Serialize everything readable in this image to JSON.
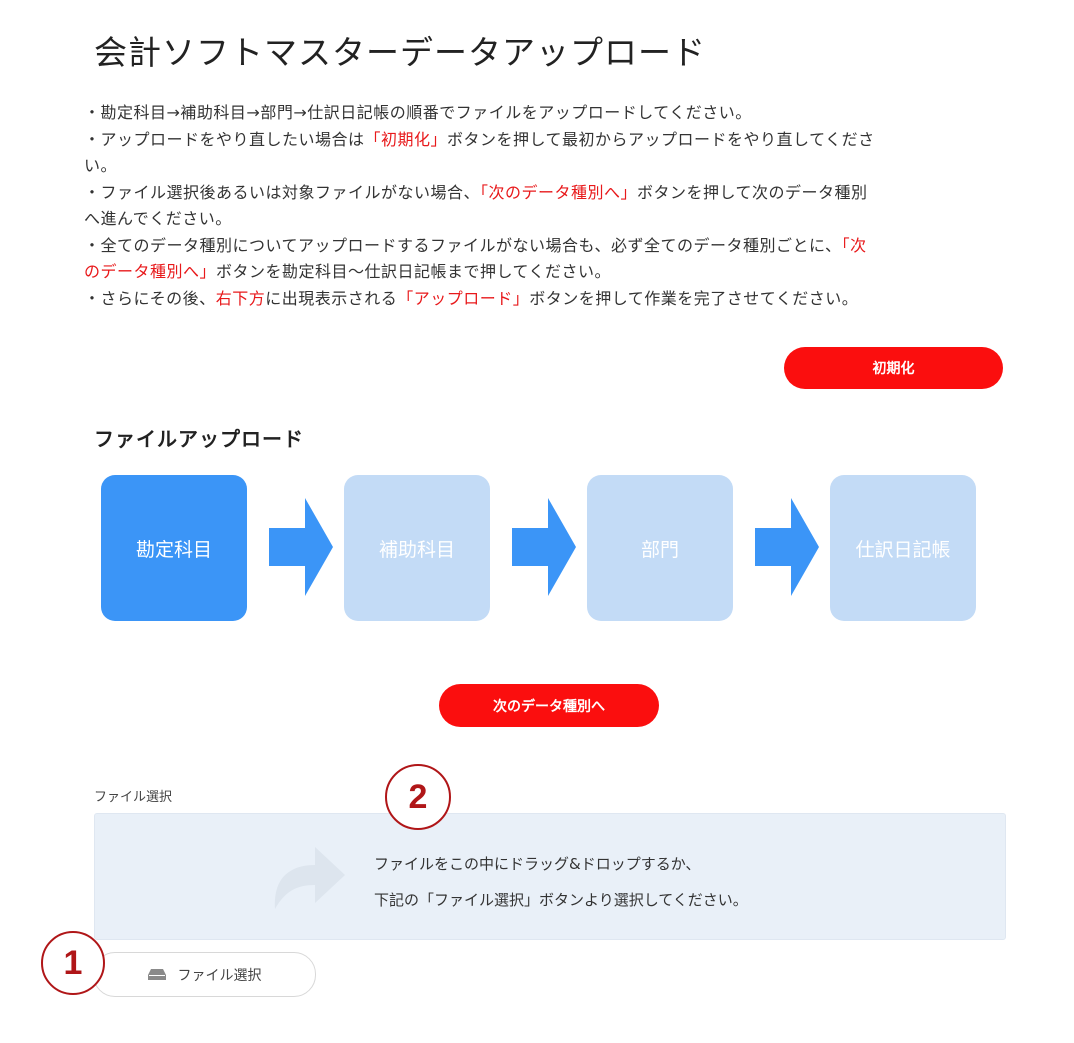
{
  "header": {
    "title": "会計ソフトマスターデータアップロード"
  },
  "instructions": {
    "l1": "・勘定科目→補助科目→部門→仕訳日記帳の順番でファイルをアップロードしてください。",
    "l2a": "・アップロードをやり直したい場合は",
    "l2b": "「初期化」",
    "l2c": "ボタンを押して最初からアップロードをやり直してくださ",
    "l3": "い。",
    "l4a": "・ファイル選択後あるいは対象ファイルがない場合、",
    "l4b": "「次のデータ種別へ」",
    "l4c": "ボタンを押して次のデータ種別",
    "l5": "へ進んでください。",
    "l6a": "・全てのデータ種別についてアップロードするファイルがない場合も、必ず全てのデータ種別ごとに、",
    "l6b": "「次",
    "l7a": "のデータ種別へ」",
    "l7b": "ボタンを勘定科目〜仕訳日記帳まで押してください。",
    "l8a": "・さらにその後、",
    "l8b": "右下方",
    "l8c": "に出現表示される",
    "l8d": "「アップロード」",
    "l8e": "ボタンを押して作業を完了させてください。"
  },
  "buttons": {
    "reset": "初期化",
    "next": "次のデータ種別へ",
    "file_select": "ファイル選択"
  },
  "upload": {
    "section_title": "ファイルアップロード",
    "steps": [
      "勘定科目",
      "補助科目",
      "部門",
      "仕訳日記帳"
    ],
    "active_step": "勘定科目",
    "file_select_label": "ファイル選択",
    "drop_line1": "ファイルをこの中にドラッグ&ドロップするか、",
    "drop_line2": "下記の「ファイル選択」ボタンより選択してください。"
  },
  "callouts": {
    "one": "1",
    "two": "2"
  },
  "colors": {
    "accent_red": "#fb0e0e",
    "highlight_red": "#e8191b",
    "step_active": "#3b95f7",
    "step_inactive": "#c3dbf6",
    "arrow": "#3b95f7",
    "callout": "#b01618",
    "dropzone_bg": "#e9f0f8"
  },
  "icons": {
    "arrow": "arrow-right-icon",
    "drop": "share-arrow-icon",
    "file_button": "drive-icon"
  }
}
